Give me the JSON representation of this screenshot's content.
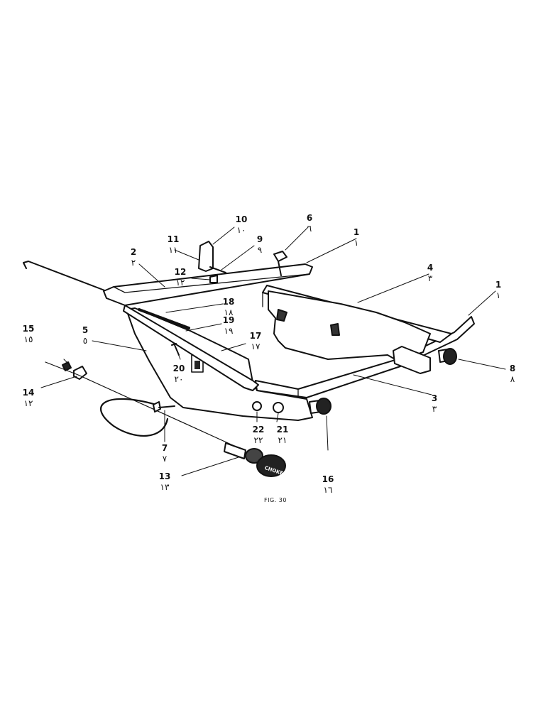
{
  "figure": {
    "caption": "FIG. 30",
    "knob_text": "CHOKE"
  },
  "callouts": [
    {
      "id": "c1a",
      "num": "1",
      "ar": "١"
    },
    {
      "id": "c1b",
      "num": "1",
      "ar": "١"
    },
    {
      "id": "c2",
      "num": "2",
      "ar": "٢"
    },
    {
      "id": "c3",
      "num": "3",
      "ar": "٣"
    },
    {
      "id": "c4",
      "num": "4",
      "ar": "٣"
    },
    {
      "id": "c5",
      "num": "5",
      "ar": "٥"
    },
    {
      "id": "c6",
      "num": "6",
      "ar": "٦"
    },
    {
      "id": "c7",
      "num": "7",
      "ar": "٧"
    },
    {
      "id": "c8",
      "num": "8",
      "ar": "٨"
    },
    {
      "id": "c9",
      "num": "9",
      "ar": "٩"
    },
    {
      "id": "c10",
      "num": "10",
      "ar": "١٠"
    },
    {
      "id": "c11",
      "num": "11",
      "ar": "١١"
    },
    {
      "id": "c12",
      "num": "12",
      "ar": "١٢"
    },
    {
      "id": "c13",
      "num": "13",
      "ar": "١٣"
    },
    {
      "id": "c14",
      "num": "14",
      "ar": "١٢"
    },
    {
      "id": "c15",
      "num": "15",
      "ar": "١٥"
    },
    {
      "id": "c16",
      "num": "16",
      "ar": "١٦"
    },
    {
      "id": "c17",
      "num": "17",
      "ar": "١٧"
    },
    {
      "id": "c18",
      "num": "18",
      "ar": "١٨"
    },
    {
      "id": "c19",
      "num": "19",
      "ar": "١٩"
    },
    {
      "id": "c20",
      "num": "20",
      "ar": "٢٠"
    },
    {
      "id": "c21",
      "num": "21",
      "ar": "٢١"
    },
    {
      "id": "c22",
      "num": "22",
      "ar": "٢٢"
    }
  ]
}
